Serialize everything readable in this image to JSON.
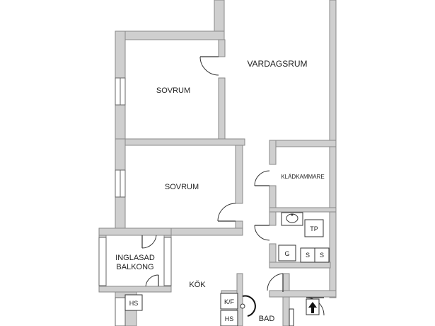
{
  "rooms": {
    "vardagsrum": "VARDAGSRUM",
    "sovrum_1": "SOVRUM",
    "sovrum_2": "SOVRUM",
    "kladkammare": "KLÄDKAMMARE",
    "balkong_line1": "INGLASAD",
    "balkong_line2": "BALKONG",
    "kok": "KÖK",
    "bad": "BAD"
  },
  "fixtures": {
    "tp": "TP",
    "g": "G",
    "s1": "S",
    "s2": "S",
    "hs_balcony": "HS",
    "kf": "K/F",
    "hs_kitchen": "HS"
  }
}
